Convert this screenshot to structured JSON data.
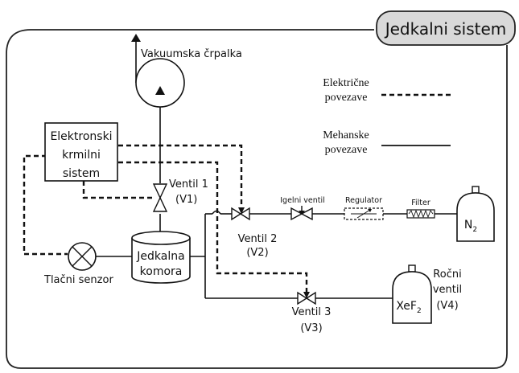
{
  "title": "Jedkalni sistem",
  "legend": {
    "electrical_line1": "Električne",
    "electrical_line2": "povezave",
    "mechanical_line1": "Mehanske",
    "mechanical_line2": "povezave"
  },
  "labels": {
    "pump": "Vakuumska črpalka",
    "control_line1": "Elektronski",
    "control_line2": "krmilni",
    "control_line3": "sistem",
    "valve1_name": "Ventil 1",
    "valve1_code": "(V1)",
    "valve2_name": "Ventil 2",
    "valve2_code": "(V2)",
    "valve3_name": "Ventil 3",
    "valve3_code": "(V3)",
    "needle_valve": "Igelni ventil",
    "regulator": "Regulator",
    "filter": "Filter",
    "n2_base": "N",
    "n2_sub": "2",
    "xef2_base": "XeF",
    "xef2_sub": "2",
    "manual_line1": "Ročni",
    "manual_line2": "ventil",
    "manual_line3": "(V4)",
    "chamber_line1": "Jedkalna",
    "chamber_line2": "komora",
    "pressure_sensor": "Tlačni senzor"
  }
}
